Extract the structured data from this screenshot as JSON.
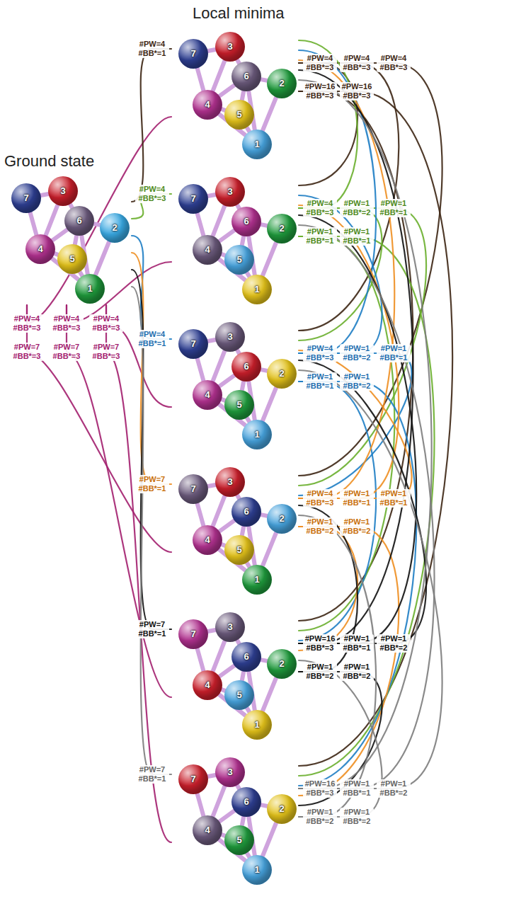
{
  "diagram": {
    "nodes": [
      {
        "text": [
          "Ground state"
        ]
      },
      {
        "text": [
          "1"
        ],
        "in": 0
      },
      {
        "text": [
          "2"
        ],
        "in": 0
      },
      {
        "text": [
          "3"
        ],
        "in": 0
      },
      {
        "text": [
          "4"
        ],
        "in": 0
      },
      {
        "text": [
          "5"
        ],
        "in": 0
      },
      {
        "text": [
          "6"
        ],
        "in": 0
      },
      {
        "text": [
          "7"
        ],
        "in": 0
      },
      {
        "text": []
      },
      {
        "text": [
          "1"
        ],
        "in": 8
      },
      {
        "text": [
          "2"
        ],
        "in": 8
      },
      {
        "text": [
          "3"
        ],
        "in": 8
      },
      {
        "text": [
          "4"
        ],
        "in": 8
      },
      {
        "text": [
          "5"
        ],
        "in": 8
      },
      {
        "text": [
          "6"
        ],
        "in": 8
      },
      {
        "text": [
          "7"
        ],
        "in": 8
      },
      {
        "text": []
      },
      {
        "text": [
          "1"
        ],
        "in": 16
      },
      {
        "text": [
          "2"
        ],
        "in": 16
      },
      {
        "text": [
          "3"
        ],
        "in": 16
      },
      {
        "text": [
          "4"
        ],
        "in": 16
      },
      {
        "text": [
          "5"
        ],
        "in": 16
      },
      {
        "text": [
          "6"
        ],
        "in": 16
      },
      {
        "text": [
          "7"
        ],
        "in": 16
      },
      {
        "text": []
      },
      {
        "text": [
          "1"
        ],
        "in": 24
      },
      {
        "text": [
          "2"
        ],
        "in": 24
      },
      {
        "text": [
          "3"
        ],
        "in": 24
      },
      {
        "text": [
          "4"
        ],
        "in": 24
      },
      {
        "text": [
          "5"
        ],
        "in": 24
      },
      {
        "text": [
          "6"
        ],
        "in": 24
      },
      {
        "text": [
          "7"
        ],
        "in": 24
      },
      {
        "text": []
      },
      {
        "text": [
          "1"
        ],
        "in": 32
      },
      {
        "text": [
          "2"
        ],
        "in": 32
      },
      {
        "text": [
          "3"
        ],
        "in": 32
      },
      {
        "text": [
          "4"
        ],
        "in": 32
      },
      {
        "text": [
          "5"
        ],
        "in": 32
      },
      {
        "text": [
          "6"
        ],
        "in": 32
      },
      {
        "text": [
          "7"
        ],
        "in": 32
      },
      {
        "text": []
      },
      {
        "text": [
          "1"
        ],
        "in": 40
      },
      {
        "text": [
          "2"
        ],
        "in": 40
      },
      {
        "text": [
          "3"
        ],
        "in": 40
      },
      {
        "text": [
          "4"
        ],
        "in": 40
      },
      {
        "text": [
          "5"
        ],
        "in": 40
      },
      {
        "text": [
          "6"
        ],
        "in": 40
      },
      {
        "text": [
          "7"
        ],
        "in": 40
      },
      {
        "text": []
      },
      {
        "text": [
          "1"
        ],
        "in": 48
      },
      {
        "text": [
          "2"
        ],
        "in": 48
      },
      {
        "text": [
          "3"
        ],
        "in": 48
      },
      {
        "text": [
          "4"
        ],
        "in": 48
      },
      {
        "text": [
          "5"
        ],
        "in": 48
      },
      {
        "text": [
          "6"
        ],
        "in": 48
      },
      {
        "text": [
          "7"
        ],
        "in": 48
      }
    ],
    "edges": [
      {
        "from": 0,
        "to": 8,
        "arrow": "none",
        "label": "#PW=4 #BB*=3"
      },
      {
        "from": 0,
        "to": 16,
        "arrow": "none",
        "label": "#PW=4 #BB*=3"
      },
      {
        "from": 0,
        "to": 24,
        "arrow": "none",
        "label": "#PW=4 #BB*=3"
      },
      {
        "from": 0,
        "to": 32,
        "arrow": "none",
        "label": "#PW=7 #BB*=3"
      },
      {
        "from": 0,
        "to": 40,
        "arrow": "none",
        "label": "#PW=7 #BB*=3"
      },
      {
        "from": 0,
        "to": 48,
        "arrow": "none",
        "label": "#PW=7 #BB*=3"
      },
      {
        "from": 8,
        "to": 0,
        "arrow": "none",
        "label": "#PW=4 #BB*=1"
      },
      {
        "from": 16,
        "to": 0,
        "arrow": "none",
        "label": "#PW=4 #BB*=3"
      },
      {
        "from": 24,
        "to": 0,
        "arrow": "none",
        "label": "#PW=4 #BB*=1"
      },
      {
        "from": 32,
        "to": 0,
        "arrow": "none",
        "label": "#PW=7 #BB*=1"
      },
      {
        "from": 40,
        "to": 0,
        "arrow": "none",
        "label": "#PW=7 #BB*=1"
      },
      {
        "from": 48,
        "to": 0,
        "arrow": "none",
        "label": "#PW=7 #BB*=1"
      },
      {
        "from": 8,
        "to": 16,
        "arrow": "none",
        "label": "#PW=4 #BB*=3"
      },
      {
        "from": 8,
        "to": 24,
        "arrow": "none",
        "label": "#PW=4 #BB*=3"
      },
      {
        "from": 8,
        "to": 32,
        "arrow": "none",
        "label": "#PW=4 #BB*=3"
      },
      {
        "from": 8,
        "to": 40,
        "arrow": "none",
        "label": "#PW=16 #BB*=3"
      },
      {
        "from": 8,
        "to": 48,
        "arrow": "none",
        "label": "#PW=16 #BB*=3"
      },
      {
        "from": 16,
        "to": 8,
        "arrow": "none",
        "label": "#PW=4 #BB*=3"
      },
      {
        "from": 16,
        "to": 24,
        "arrow": "none",
        "label": "#PW=1 #BB*=2"
      },
      {
        "from": 16,
        "to": 32,
        "arrow": "none",
        "label": "#PW=1 #BB*=1"
      },
      {
        "from": 16,
        "to": 40,
        "arrow": "none",
        "label": "#PW=1 #BB*=1"
      },
      {
        "from": 16,
        "to": 48,
        "arrow": "none",
        "label": "#PW=1 #BB*=1"
      },
      {
        "from": 24,
        "to": 8,
        "arrow": "none",
        "label": "#PW=4 #BB*=3"
      },
      {
        "from": 24,
        "to": 16,
        "arrow": "none",
        "label": "#PW=1 #BB*=2"
      },
      {
        "from": 24,
        "to": 32,
        "arrow": "none",
        "label": "#PW=1 #BB*=1"
      },
      {
        "from": 24,
        "to": 40,
        "arrow": "none",
        "label": "#PW=1 #BB*=1"
      },
      {
        "from": 24,
        "to": 48,
        "arrow": "none",
        "label": "#PW=1 #BB*=2"
      },
      {
        "from": 32,
        "to": 8,
        "arrow": "none",
        "label": "#PW=4 #BB*=3"
      },
      {
        "from": 32,
        "to": 16,
        "arrow": "none",
        "label": "#PW=1 #BB*=1"
      },
      {
        "from": 32,
        "to": 24,
        "arrow": "none",
        "label": "#PW=1 #BB*=1"
      },
      {
        "from": 32,
        "to": 40,
        "arrow": "none",
        "label": "#PW=1 #BB*=2"
      },
      {
        "from": 32,
        "to": 48,
        "arrow": "none",
        "label": "#PW=1 #BB*=2"
      },
      {
        "from": 40,
        "to": 8,
        "arrow": "none",
        "label": "#PW=16 #BB*=3"
      },
      {
        "from": 40,
        "to": 16,
        "arrow": "none",
        "label": "#PW=1 #BB*=1"
      },
      {
        "from": 40,
        "to": 24,
        "arrow": "none",
        "label": "#PW=1 #BB*=2"
      },
      {
        "from": 40,
        "to": 32,
        "arrow": "none",
        "label": "#PW=1 #BB*=2"
      },
      {
        "from": 40,
        "to": 48,
        "arrow": "none",
        "label": "#PW=1 #BB*=2"
      },
      {
        "from": 48,
        "to": 8,
        "arrow": "none",
        "label": "#PW=16 #BB*=3"
      },
      {
        "from": 48,
        "to": 16,
        "arrow": "none",
        "label": "#PW=1 #BB*=1"
      },
      {
        "from": 48,
        "to": 24,
        "arrow": "none",
        "label": "#PW=1 #BB*=2"
      },
      {
        "from": 48,
        "to": 32,
        "arrow": "none",
        "label": "#PW=1 #BB*=2"
      },
      {
        "from": 48,
        "to": 40,
        "arrow": "none",
        "label": "#PW=1 #BB*=2"
      },
      {
        "from": 7,
        "to": 3,
        "arrow": "none"
      },
      {
        "from": 7,
        "to": 4,
        "arrow": "none"
      },
      {
        "from": 3,
        "to": 6,
        "arrow": "none"
      },
      {
        "from": 3,
        "to": 4,
        "arrow": "none"
      },
      {
        "from": 4,
        "to": 6,
        "arrow": "none"
      },
      {
        "from": 4,
        "to": 5,
        "arrow": "none"
      },
      {
        "from": 4,
        "to": 1,
        "arrow": "none"
      },
      {
        "from": 6,
        "to": 2,
        "arrow": "none"
      },
      {
        "from": 6,
        "to": 5,
        "arrow": "none"
      },
      {
        "from": 6,
        "to": 1,
        "arrow": "none"
      },
      {
        "from": 2,
        "to": 1,
        "arrow": "none"
      },
      {
        "from": 5,
        "to": 1,
        "arrow": "none"
      },
      {
        "from": 15,
        "to": 11,
        "arrow": "none"
      },
      {
        "from": 15,
        "to": 12,
        "arrow": "none"
      },
      {
        "from": 11,
        "to": 14,
        "arrow": "none"
      },
      {
        "from": 11,
        "to": 12,
        "arrow": "none"
      },
      {
        "from": 12,
        "to": 14,
        "arrow": "none"
      },
      {
        "from": 12,
        "to": 13,
        "arrow": "none"
      },
      {
        "from": 12,
        "to": 9,
        "arrow": "none"
      },
      {
        "from": 14,
        "to": 10,
        "arrow": "none"
      },
      {
        "from": 14,
        "to": 13,
        "arrow": "none"
      },
      {
        "from": 14,
        "to": 9,
        "arrow": "none"
      },
      {
        "from": 10,
        "to": 9,
        "arrow": "none"
      },
      {
        "from": 13,
        "to": 9,
        "arrow": "none"
      },
      {
        "from": 23,
        "to": 19,
        "arrow": "none"
      },
      {
        "from": 23,
        "to": 20,
        "arrow": "none"
      },
      {
        "from": 19,
        "to": 22,
        "arrow": "none"
      },
      {
        "from": 19,
        "to": 20,
        "arrow": "none"
      },
      {
        "from": 20,
        "to": 22,
        "arrow": "none"
      },
      {
        "from": 20,
        "to": 21,
        "arrow": "none"
      },
      {
        "from": 20,
        "to": 17,
        "arrow": "none"
      },
      {
        "from": 22,
        "to": 18,
        "arrow": "none"
      },
      {
        "from": 22,
        "to": 21,
        "arrow": "none"
      },
      {
        "from": 22,
        "to": 17,
        "arrow": "none"
      },
      {
        "from": 18,
        "to": 17,
        "arrow": "none"
      },
      {
        "from": 21,
        "to": 17,
        "arrow": "none"
      },
      {
        "from": 31,
        "to": 27,
        "arrow": "none"
      },
      {
        "from": 31,
        "to": 28,
        "arrow": "none"
      },
      {
        "from": 27,
        "to": 30,
        "arrow": "none"
      },
      {
        "from": 27,
        "to": 28,
        "arrow": "none"
      },
      {
        "from": 28,
        "to": 30,
        "arrow": "none"
      },
      {
        "from": 28,
        "to": 29,
        "arrow": "none"
      },
      {
        "from": 28,
        "to": 25,
        "arrow": "none"
      },
      {
        "from": 30,
        "to": 26,
        "arrow": "none"
      },
      {
        "from": 30,
        "to": 29,
        "arrow": "none"
      },
      {
        "from": 30,
        "to": 25,
        "arrow": "none"
      },
      {
        "from": 26,
        "to": 25,
        "arrow": "none"
      },
      {
        "from": 29,
        "to": 25,
        "arrow": "none"
      },
      {
        "from": 39,
        "to": 35,
        "arrow": "none"
      },
      {
        "from": 39,
        "to": 36,
        "arrow": "none"
      },
      {
        "from": 35,
        "to": 38,
        "arrow": "none"
      },
      {
        "from": 35,
        "to": 36,
        "arrow": "none"
      },
      {
        "from": 36,
        "to": 38,
        "arrow": "none"
      },
      {
        "from": 36,
        "to": 37,
        "arrow": "none"
      },
      {
        "from": 36,
        "to": 33,
        "arrow": "none"
      },
      {
        "from": 38,
        "to": 34,
        "arrow": "none"
      },
      {
        "from": 38,
        "to": 37,
        "arrow": "none"
      },
      {
        "from": 38,
        "to": 33,
        "arrow": "none"
      },
      {
        "from": 34,
        "to": 33,
        "arrow": "none"
      },
      {
        "from": 37,
        "to": 33,
        "arrow": "none"
      },
      {
        "from": 47,
        "to": 43,
        "arrow": "none"
      },
      {
        "from": 47,
        "to": 44,
        "arrow": "none"
      },
      {
        "from": 43,
        "to": 46,
        "arrow": "none"
      },
      {
        "from": 43,
        "to": 44,
        "arrow": "none"
      },
      {
        "from": 44,
        "to": 46,
        "arrow": "none"
      },
      {
        "from": 44,
        "to": 45,
        "arrow": "none"
      },
      {
        "from": 44,
        "to": 41,
        "arrow": "none"
      },
      {
        "from": 46,
        "to": 42,
        "arrow": "none"
      },
      {
        "from": 46,
        "to": 45,
        "arrow": "none"
      },
      {
        "from": 46,
        "to": 41,
        "arrow": "none"
      },
      {
        "from": 42,
        "to": 41,
        "arrow": "none"
      },
      {
        "from": 45,
        "to": 41,
        "arrow": "none"
      },
      {
        "from": 55,
        "to": 51,
        "arrow": "none"
      },
      {
        "from": 55,
        "to": 52,
        "arrow": "none"
      },
      {
        "from": 51,
        "to": 54,
        "arrow": "none"
      },
      {
        "from": 51,
        "to": 52,
        "arrow": "none"
      },
      {
        "from": 52,
        "to": 54,
        "arrow": "none"
      },
      {
        "from": 52,
        "to": 53,
        "arrow": "none"
      },
      {
        "from": 52,
        "to": 49,
        "arrow": "none"
      },
      {
        "from": 54,
        "to": 50,
        "arrow": "none"
      },
      {
        "from": 54,
        "to": 53,
        "arrow": "none"
      },
      {
        "from": 54,
        "to": 49,
        "arrow": "none"
      },
      {
        "from": 50,
        "to": 49,
        "arrow": "none"
      },
      {
        "from": 53,
        "to": 49,
        "arrow": "none"
      }
    ],
    "labels": [
      "Local minima"
    ]
  }
}
